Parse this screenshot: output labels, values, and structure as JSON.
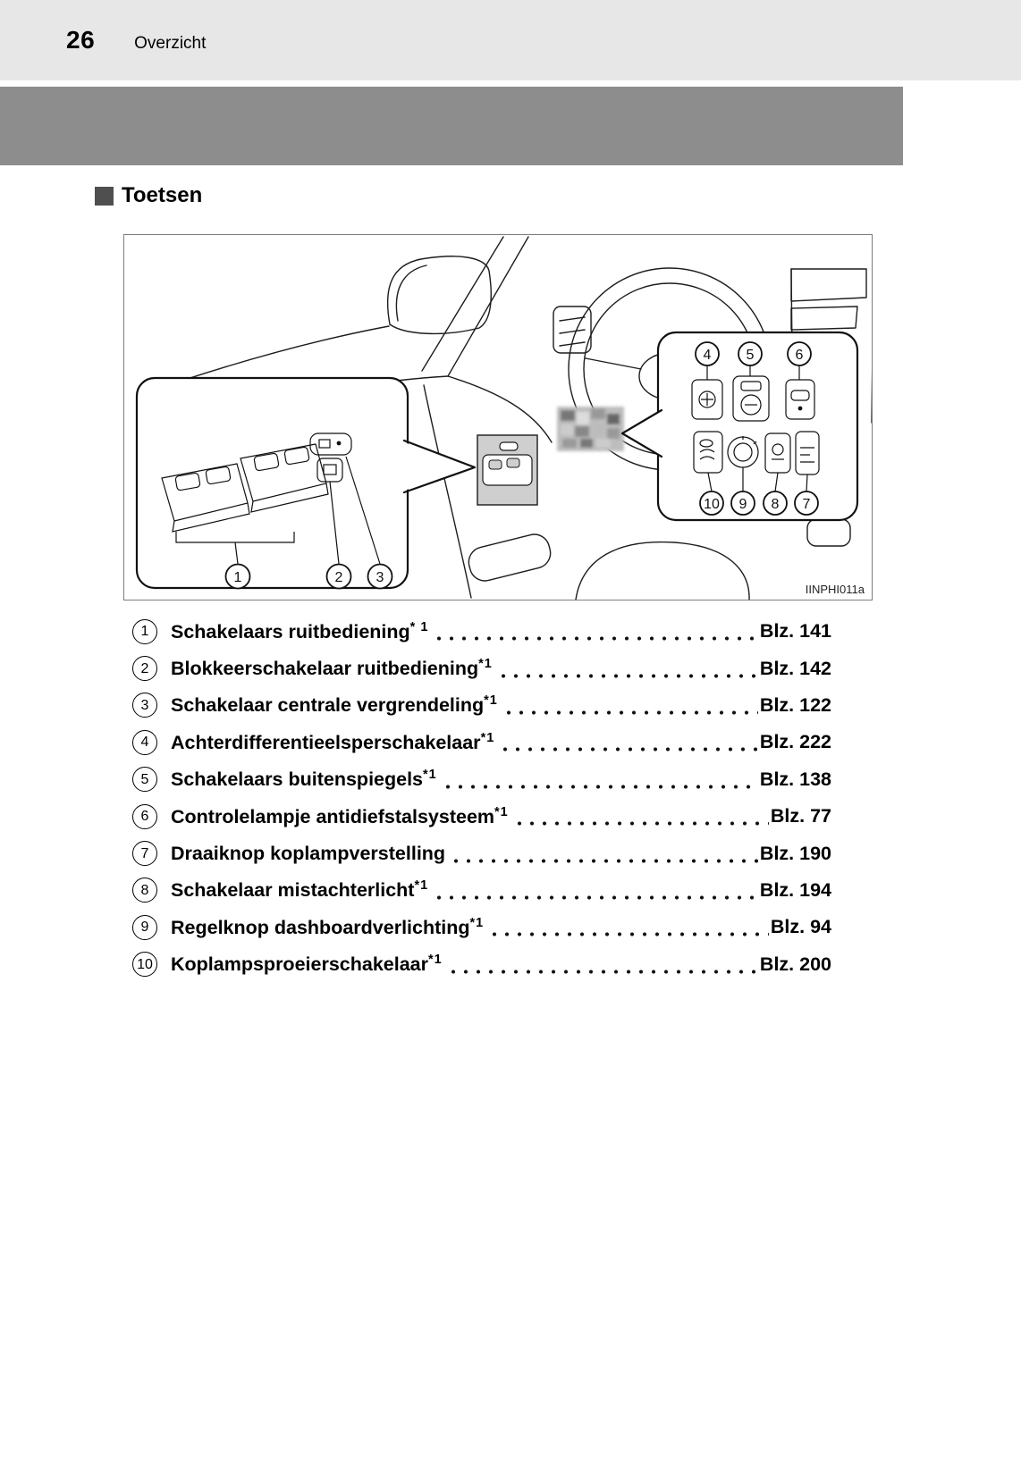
{
  "page": {
    "number": "26",
    "chapter": "Overzicht"
  },
  "section": {
    "title": "Toetsen"
  },
  "figure": {
    "code": "IINPHI011a",
    "callouts": [
      "1",
      "2",
      "3",
      "4",
      "5",
      "6",
      "7",
      "8",
      "9",
      "10"
    ]
  },
  "list": {
    "items": [
      {
        "num": "1",
        "label": "Schakelaars ruitbediening",
        "sup": "* 1",
        "ref": "Blz. 141"
      },
      {
        "num": "2",
        "label": "Blokkeerschakelaar ruitbediening",
        "sup": "*1",
        "ref": "Blz. 142"
      },
      {
        "num": "3",
        "label": "Schakelaar centrale vergrendeling",
        "sup": "*1",
        "ref": "Blz. 122"
      },
      {
        "num": "4",
        "label": "Achterdifferentieelsperschakelaar",
        "sup": "*1",
        "ref": "Blz. 222"
      },
      {
        "num": "5",
        "label": "Schakelaars buitenspiegels",
        "sup": "*1",
        "ref": "Blz. 138"
      },
      {
        "num": "6",
        "label": "Controlelampje antidiefstalsysteem",
        "sup": "*1",
        "ref": "Blz. 77"
      },
      {
        "num": "7",
        "label": "Draaiknop koplampverstelling",
        "sup": "",
        "ref": "Blz. 190"
      },
      {
        "num": "8",
        "label": "Schakelaar mistachterlicht",
        "sup": "*1",
        "ref": "Blz. 194"
      },
      {
        "num": "9",
        "label": "Regelknop dashboardverlichting",
        "sup": "*1",
        "ref": "Blz. 94"
      },
      {
        "num": "10",
        "label": "Koplampsproeierschakelaar",
        "sup": "*1",
        "ref": "Blz. 200"
      }
    ]
  },
  "colors": {
    "band_light": "#e7e7e7",
    "band_dark": "#8d8d8d",
    "bullet": "#4f4f4f",
    "line_art": "#1d1d1d"
  }
}
